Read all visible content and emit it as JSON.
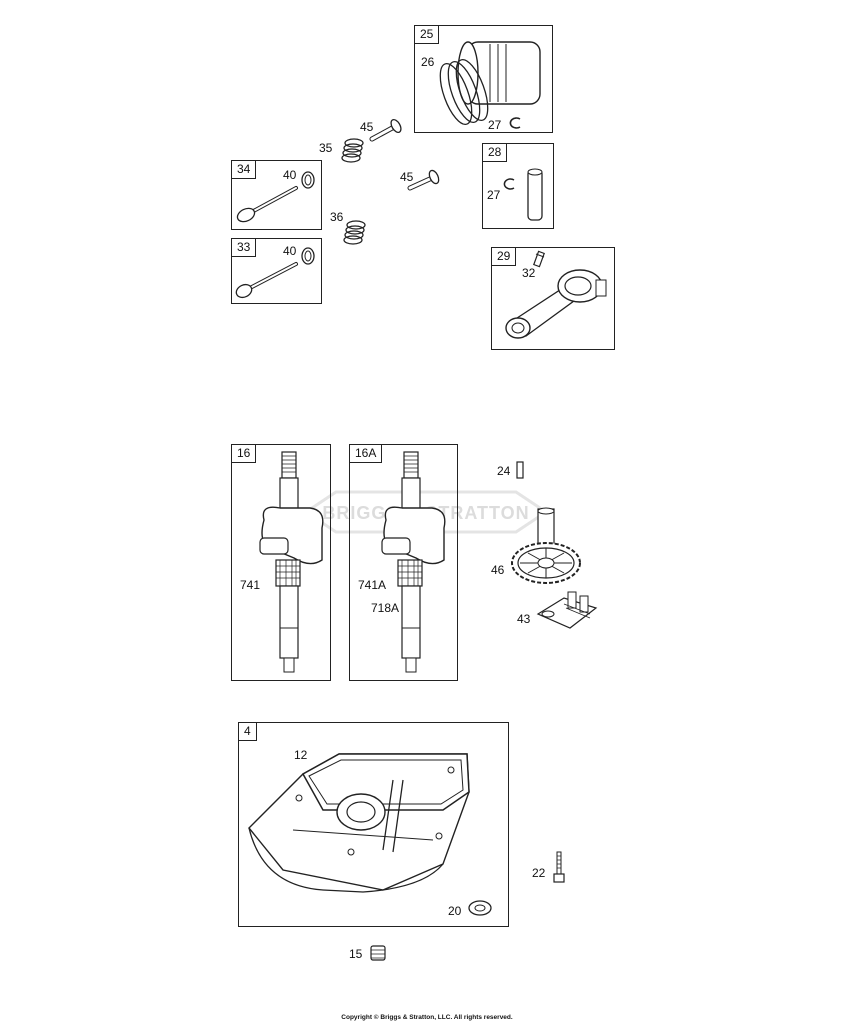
{
  "boxes": {
    "b25": "25",
    "b28": "28",
    "b34": "34",
    "b33": "33",
    "b29": "29",
    "b16": "16",
    "b16a": "16A",
    "b4": "4"
  },
  "labels": {
    "l26": "26",
    "l27a": "27",
    "l27b": "27",
    "l45a": "45",
    "l35": "35",
    "l40a": "40",
    "l45b": "45",
    "l36": "36",
    "l40b": "40",
    "l32": "32",
    "l741": "741",
    "l741a": "741A",
    "l718a": "718A",
    "l24": "24",
    "l46": "46",
    "l43": "43",
    "l12": "12",
    "l22": "22",
    "l20": "20",
    "l15": "15"
  },
  "watermark": "BRIGGS & STRATTON",
  "copyright": "Copyright © Briggs & Stratton, LLC. All rights reserved."
}
